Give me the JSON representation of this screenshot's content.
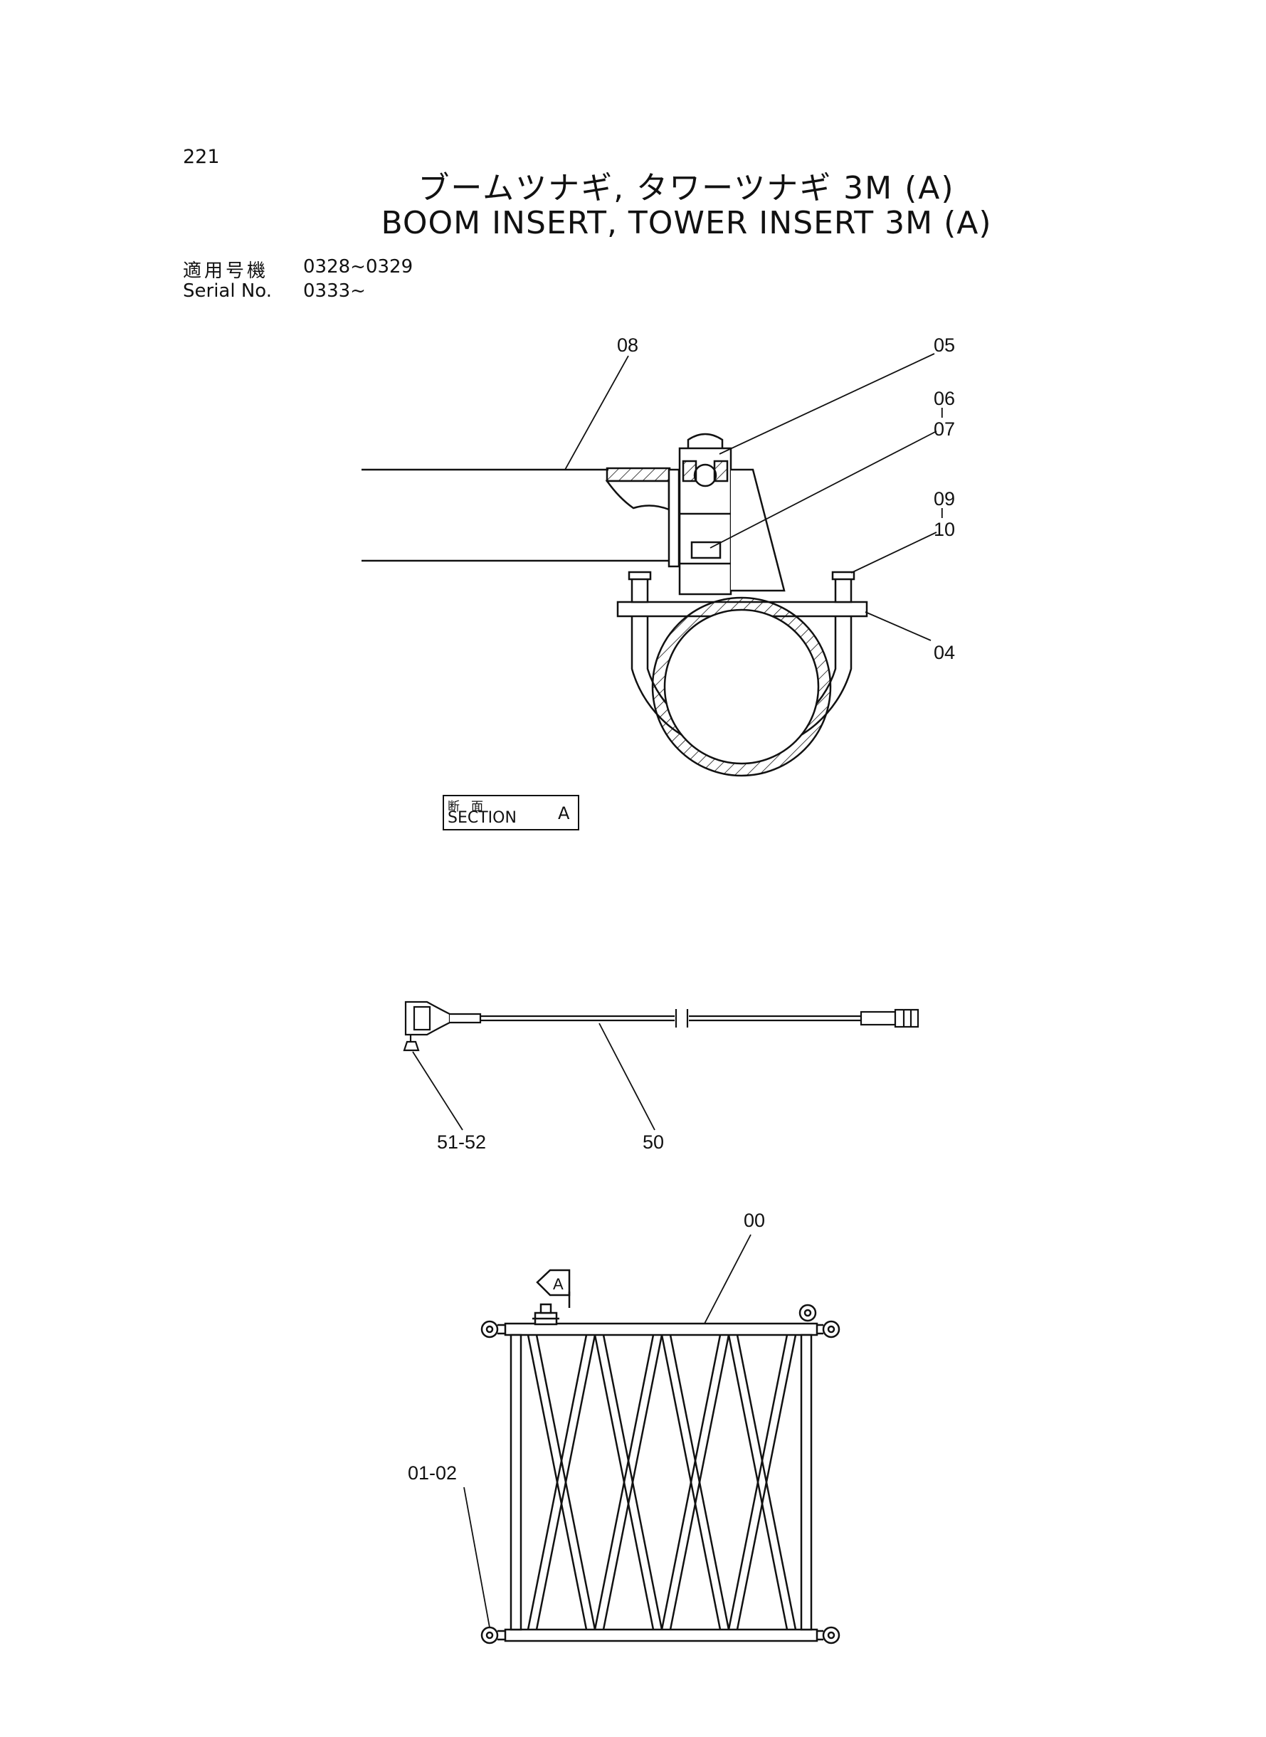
{
  "page_number": "221",
  "title_jp": "ブームツナギ, タワーツナギ 3M (A)",
  "title_en": "BOOM INSERT, TOWER INSERT 3M (A)",
  "serial": {
    "jp_label": "適用号機",
    "jp_value": "0328~0329",
    "en_label": "Serial No.",
    "en_value": "0333~"
  },
  "callouts": {
    "c08": "08",
    "c05": "05",
    "c06": "06",
    "c07": "07",
    "c09": "09",
    "c10": "10",
    "c04": "04",
    "c51_52": "51-52",
    "c50": "50",
    "c00": "00",
    "c01_02": "01-02",
    "dash": "I"
  },
  "section_label": {
    "jp": "断面",
    "en": "SECTION",
    "letter": "A"
  },
  "view_arrow_letter": "A"
}
